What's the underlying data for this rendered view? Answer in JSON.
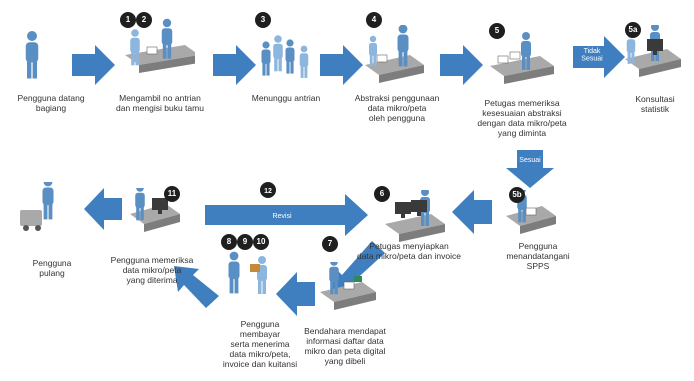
{
  "colors": {
    "arrow": "#3f7fbf",
    "person": "#8cb6dd",
    "person_dark": "#5a8fc4",
    "desk": "#a9a9a9",
    "badge": "#1f1f1f"
  },
  "steps": [
    {
      "id": "s1",
      "badges": [],
      "label": "Pengguna datang\nbagiang"
    },
    {
      "id": "s2",
      "badges": [
        "1",
        "2"
      ],
      "label": "Mengambil no antrian\ndan mengisi buku tamu"
    },
    {
      "id": "s3",
      "badges": [
        "3"
      ],
      "label": "Menunggu antrian"
    },
    {
      "id": "s4",
      "badges": [
        "4"
      ],
      "label": "Abstraksi penggunaan\ndata mikro/peta\noleh pengguna"
    },
    {
      "id": "s5",
      "badges": [
        "5"
      ],
      "label": "Petugas memeriksa\nkesesuaian abstraksi\ndengan data mikro/peta\nyang diminta"
    },
    {
      "id": "s6",
      "badges": [
        "5a"
      ],
      "label": "Konsultasi\nstatistik"
    },
    {
      "id": "s7",
      "badges": [
        "5b"
      ],
      "label": "Pengguna\nmenandatangani\nSPPS"
    },
    {
      "id": "s8",
      "badges": [
        "6"
      ],
      "label": "Petugas menyiapkan\ndata mikro/peta dan invoice"
    },
    {
      "id": "s9",
      "badges": [
        "7"
      ],
      "label": "Bendahara mendapat\ninformasi daftar data\nmikro dan peta digital\nyang dibeli"
    },
    {
      "id": "s10",
      "badges": [
        "8",
        "9",
        "10"
      ],
      "label": "Pengguna\nmembayar\nserta menerima\ndata mikro/peta,\ninvoice dan kuitansi"
    },
    {
      "id": "s11",
      "badges": [
        "11"
      ],
      "label": "Pengguna memeriksa\ndata mikro/peta\nyang diterima"
    },
    {
      "id": "s12",
      "badges": [],
      "label": "Pengguna\npulang"
    }
  ],
  "arrow_labels": {
    "tidak_sesuai": "Tidak\nSesuai",
    "sesuai": "Sesuai",
    "revisi": "Revisi",
    "revisi_badge": "12"
  }
}
